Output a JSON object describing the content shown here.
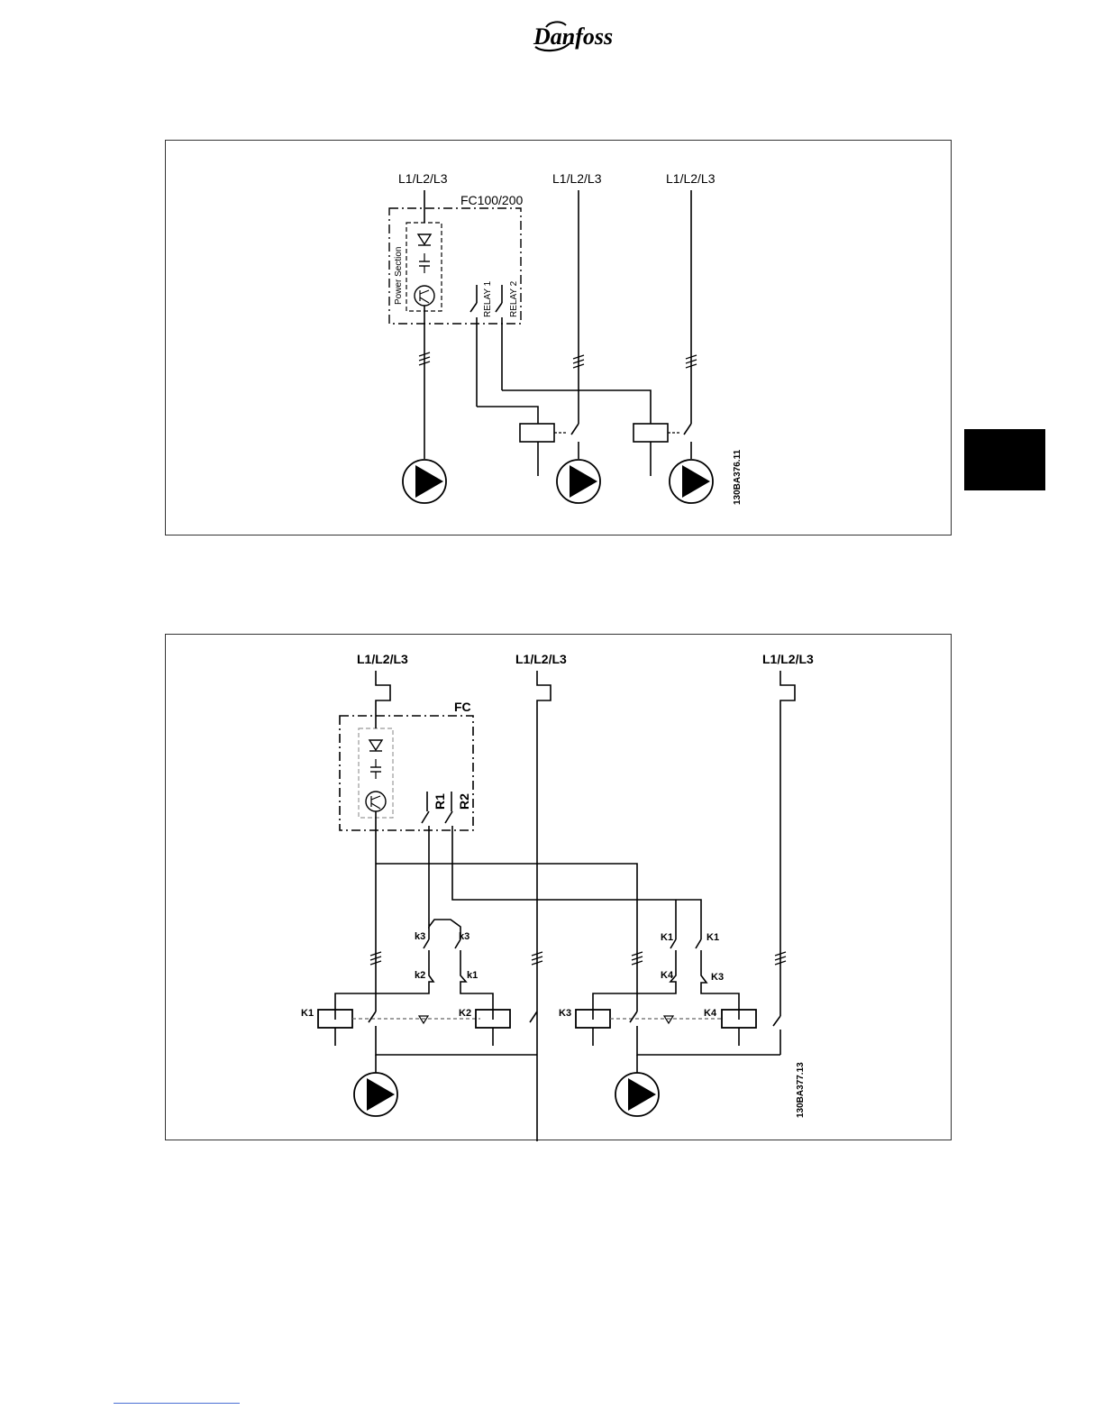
{
  "brand": {
    "name": "Danfoss",
    "color": "#000000"
  },
  "side_tab": {
    "color": "#000000"
  },
  "diagram1": {
    "supply_labels": [
      "L1/L2/L3",
      "L1/L2/L3",
      "L1/L2/L3"
    ],
    "drive_label": "FC100/200",
    "power_section_label": "Power Section",
    "relay_labels": [
      "RELAY 1",
      "RELAY 2"
    ],
    "ref_code": "130BA376.11"
  },
  "diagram2": {
    "supply_labels": [
      "L1/L2/L3",
      "L1/L2/L3",
      "L1/L2/L3"
    ],
    "drive_label": "FC",
    "relay_labels": [
      "R1",
      "R2"
    ],
    "contact_labels": {
      "left_top_a": "k3",
      "left_top_b": "k3",
      "left_bot_a": "k2",
      "left_bot_b": "k1",
      "right_top_a": "K1",
      "right_top_b": "K1",
      "right_bot_a": "K4",
      "right_bot_b": "K3"
    },
    "coil_labels": [
      "K1",
      "K2",
      "K3",
      "K4"
    ],
    "ref_code": "130BA377.13"
  },
  "footer": {
    "rule_color": "#4a6fd4"
  }
}
